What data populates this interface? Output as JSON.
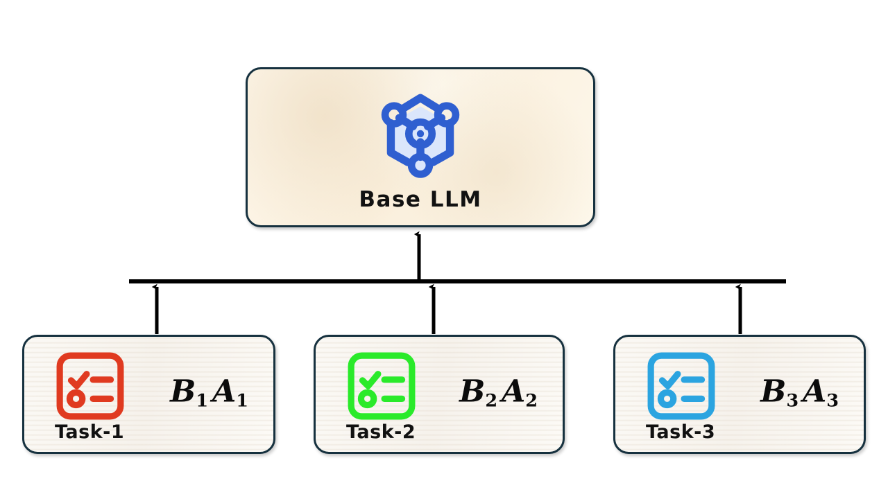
{
  "diagram": {
    "title_node": {
      "label": "Base LLM",
      "icon": "model-cube-network-icon",
      "icon_color": "#2f5fd0",
      "fill_color": "#fcf3e2",
      "border_color": "#16313f"
    },
    "connector": {
      "bus_color": "#000000",
      "arrow_color": "#000000",
      "direction": "tasks-to-base-llm"
    },
    "tasks": [
      {
        "label": "Task-1",
        "formula_base": "B",
        "formula_sub": "1",
        "formula_second": "A",
        "formula_second_sub": "1",
        "icon": "checklist-icon",
        "icon_color": "#e03a20"
      },
      {
        "label": "Task-2",
        "formula_base": "B",
        "formula_sub": "2",
        "formula_second": "A",
        "formula_second_sub": "2",
        "icon": "checklist-icon",
        "icon_color": "#2aea2a"
      },
      {
        "label": "Task-3",
        "formula_base": "B",
        "formula_sub": "3",
        "formula_second": "A",
        "formula_second_sub": "3",
        "icon": "checklist-icon",
        "icon_color": "#2ba4e0"
      }
    ]
  }
}
